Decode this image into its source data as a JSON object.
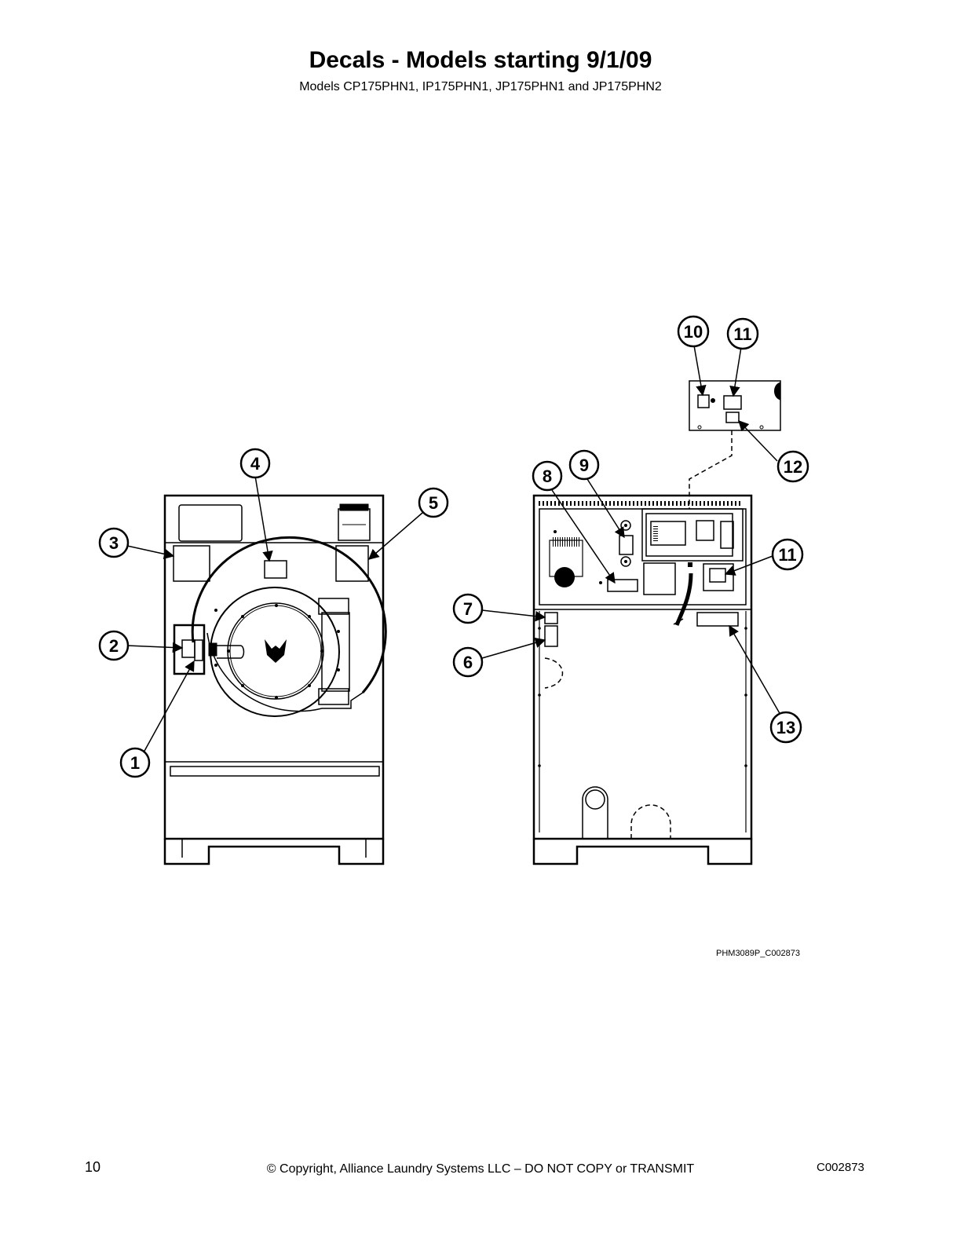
{
  "header": {
    "title": "Decals - Models starting 9/1/09",
    "subtitle": "Models CP175PHN1, IP175PHN1, JP175PHN1 and JP175PHN2"
  },
  "diagram": {
    "callouts": {
      "c1": "1",
      "c2": "2",
      "c3": "3",
      "c4": "4",
      "c5": "5",
      "c6": "6",
      "c7": "7",
      "c8": "8",
      "c9": "9",
      "c10": "10",
      "c11a": "11",
      "c11b": "11",
      "c12": "12",
      "c13": "13"
    },
    "figure_ref": "PHM3089P_C002873"
  },
  "footer": {
    "page_number": "10",
    "copyright": "© Copyright, Alliance Laundry Systems LLC – DO NOT COPY or TRANSMIT",
    "doc_code": "C002873"
  }
}
